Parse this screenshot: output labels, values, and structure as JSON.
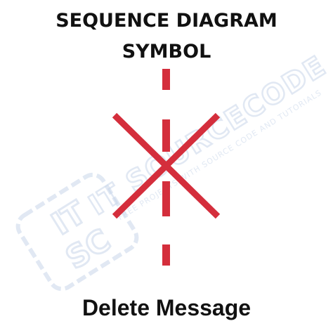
{
  "title": {
    "line1": "SEQUENCE DIAGRAM",
    "line2": "SYMBOL"
  },
  "caption": "Delete Message",
  "watermark": {
    "brand": "IT SOURCECODE",
    "tagline": "FREE PROJECTS WITH SOURCE CODE AND TUTORIALS",
    "logo_text": "IT SC"
  },
  "colors": {
    "symbol": "#d42e3c",
    "text": "#111111",
    "watermark": "#c9d7ea"
  },
  "symbol": {
    "lifeline_style": "dashed",
    "destroy_mark": "X"
  }
}
